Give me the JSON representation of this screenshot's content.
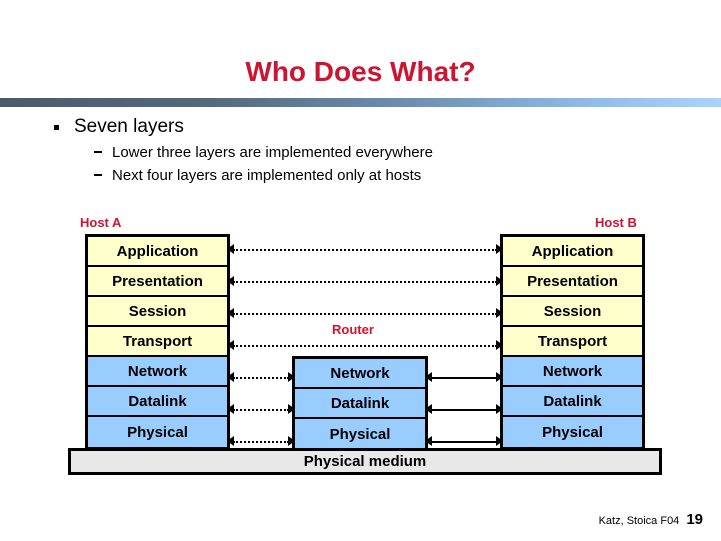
{
  "slide": {
    "title": "Who Does What?",
    "title_color": "#CC1433",
    "background": "#ffffff"
  },
  "rule": {
    "gradient_from": "#4A5C6B",
    "gradient_to": "#A9D4FA"
  },
  "bullets": {
    "level1": "Seven layers",
    "level2": [
      "Lower three layers are implemented everywhere",
      "Next four layers are implemented only at hosts"
    ]
  },
  "diagram": {
    "hostA_label": "Host A",
    "hostB_label": "Host B",
    "router_label": "Router",
    "label_color": "#CC1433",
    "upper_color": "#FFFFCC",
    "lower_color": "#99CCFF",
    "medium_color": "#E8E8E8",
    "host_layers": [
      {
        "name": "Application",
        "tier": "upper"
      },
      {
        "name": "Presentation",
        "tier": "upper"
      },
      {
        "name": "Session",
        "tier": "upper"
      },
      {
        "name": "Transport",
        "tier": "upper"
      },
      {
        "name": "Network",
        "tier": "lower"
      },
      {
        "name": "Datalink",
        "tier": "lower"
      },
      {
        "name": "Physical",
        "tier": "lower"
      }
    ],
    "router_layers": [
      {
        "name": "Network",
        "tier": "lower"
      },
      {
        "name": "Datalink",
        "tier": "lower"
      },
      {
        "name": "Physical",
        "tier": "lower"
      }
    ],
    "medium_label": "Physical medium",
    "connections": [
      {
        "layer": "Application",
        "span": "hostA-hostB",
        "style": "dotted"
      },
      {
        "layer": "Presentation",
        "span": "hostA-hostB",
        "style": "dotted"
      },
      {
        "layer": "Session",
        "span": "hostA-hostB",
        "style": "dotted"
      },
      {
        "layer": "Transport",
        "span": "hostA-hostB",
        "style": "dotted"
      },
      {
        "layer": "Network",
        "span": "hostA-router",
        "style": "dotted"
      },
      {
        "layer": "Datalink",
        "span": "hostA-router",
        "style": "dotted"
      },
      {
        "layer": "Physical",
        "span": "hostA-router",
        "style": "dotted"
      },
      {
        "layer": "Network",
        "span": "router-hostB",
        "style": "solid"
      },
      {
        "layer": "Datalink",
        "span": "router-hostB",
        "style": "solid"
      },
      {
        "layer": "Physical",
        "span": "router-hostB",
        "style": "solid"
      }
    ]
  },
  "footer": {
    "credit": "Katz, Stoica F04",
    "page_number": "19"
  }
}
